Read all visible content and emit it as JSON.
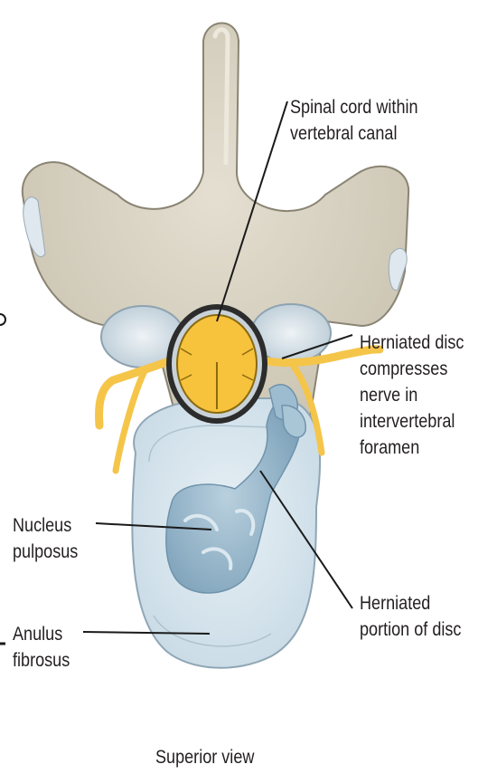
{
  "figure": {
    "view_caption": "Superior view",
    "labels": {
      "spinal_cord": "Spinal cord within\nvertebral canal",
      "herniated_compresses": "Herniated disc\ncompresses\nnerve in\nintervertebral\nforamen",
      "herniated_portion": "Herniated\nportion of disc",
      "nucleus_pulposus": "Nucleus\npulposus",
      "anulus_fibrosus": "Anulus\nfibrosus"
    },
    "colors": {
      "bone": "#d8d2c2",
      "bone_outline": "#8a8474",
      "spinal_cord": "#f7c33c",
      "nerve": "#f5c54a",
      "disc": "#d9e6ee",
      "nucleus": "#8fb2c8",
      "leader_line": "#1a1a1a"
    }
  }
}
